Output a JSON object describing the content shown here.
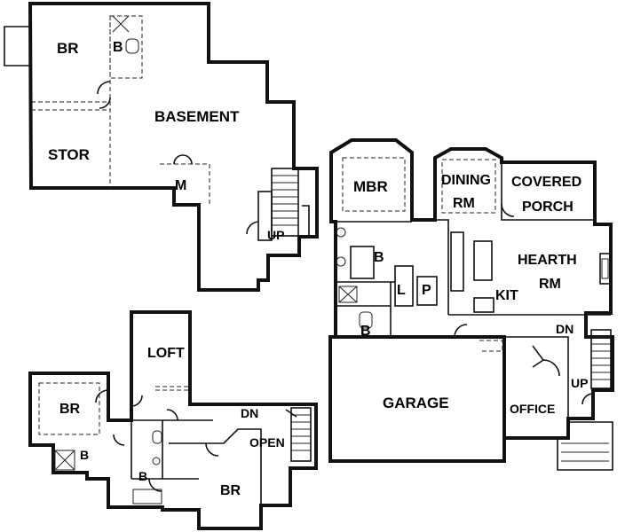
{
  "rooms": {
    "basement_br": "BR",
    "basement_bath": "B",
    "basement": "BASEMENT",
    "stor": "STOR",
    "mech": "M",
    "basement_up": "UP",
    "mbr": "MBR",
    "dining_1": "DINING",
    "dining_2": "RM",
    "covered_1": "COVERED",
    "covered_2": "PORCH",
    "hearth_1": "HEARTH",
    "hearth_2": "RM",
    "master_bath": "B",
    "laundry": "L",
    "pantry": "P",
    "kit": "KIT",
    "main_bath": "B",
    "garage": "GARAGE",
    "office": "OFFICE",
    "main_dn": "DN",
    "main_up": "UP",
    "loft": "LOFT",
    "upper_br_left": "BR",
    "upper_bath_1": "B",
    "upper_bath_2": "B",
    "upper_br_right": "BR",
    "upper_dn": "DN",
    "open": "OPEN"
  }
}
